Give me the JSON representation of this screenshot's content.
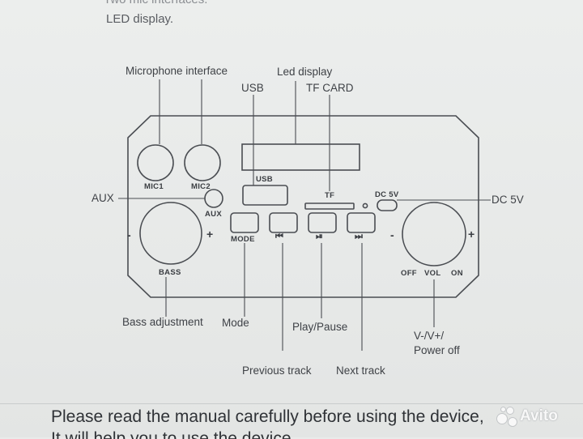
{
  "header": {
    "cut_line": "Two mic interfaces.",
    "line": "LED display."
  },
  "callouts": {
    "microphone_interface": "Microphone interface",
    "led_display": "Led display",
    "usb": "USB",
    "tf_card": "TF CARD",
    "aux": "AUX",
    "dc_5v": "DC 5V",
    "bass_adjustment": "Bass adjustment",
    "mode": "Mode",
    "play_pause": "Play/Pause",
    "volume": "V-/V+/",
    "power_off": "Power off",
    "previous_track": "Previous track",
    "next_track": "Next track"
  },
  "panel": {
    "mic1": "MIC1",
    "mic2": "MIC2",
    "usb": "USB",
    "tf": "TF",
    "dc5v": "DC 5V",
    "aux": "AUX",
    "mode": "MODE",
    "bass": "BASS",
    "off": "OFF",
    "vol": "VOL",
    "on": "ON",
    "minus": "-",
    "plus": "+",
    "prev_symbol": "⏮",
    "play_symbol": "⏯",
    "next_symbol": "⏭"
  },
  "footer": {
    "line1": "Please read the manual carefully before using the device,",
    "line2": "It will help you to use the device"
  },
  "watermark": {
    "text": "Avito"
  },
  "colors": {
    "paper": "#e9ebea",
    "ink": "#3f4247",
    "line": "#4a4d52"
  }
}
